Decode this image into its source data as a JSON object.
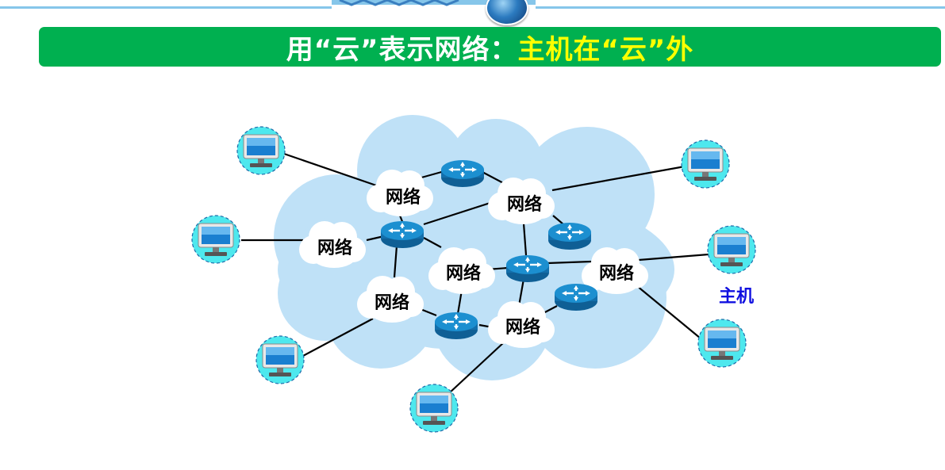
{
  "header": {
    "title_part1": "用“云”表示网络：",
    "title_part2": "主机在“云”外"
  },
  "diagram": {
    "network_label": "网络",
    "host_label": "主机",
    "icons": [
      "router-icon",
      "host-computer-icon",
      "network-cloud-icon",
      "globe-icon"
    ],
    "colors": {
      "banner": "#00b050",
      "highlight": "#ffff00",
      "big_cloud": "#bfe1f7",
      "host_circle": "#4ee8ee",
      "router": "#1c8fd0",
      "host_label": "#1010e0"
    }
  }
}
